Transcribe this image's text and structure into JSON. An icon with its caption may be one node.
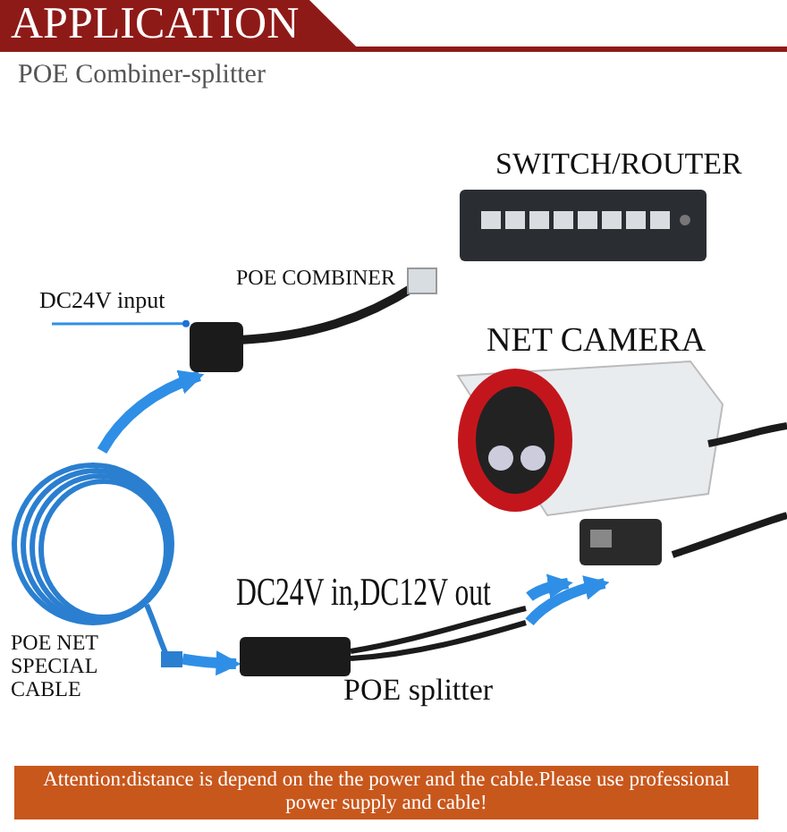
{
  "diagram": {
    "title": "APPLICATION",
    "nodes": [
      {
        "text": [
          "SWITCH/ROUTER"
        ]
      },
      {
        "text": [
          "POE COMBINER"
        ]
      },
      {
        "text": [
          "DC24V input"
        ]
      },
      {
        "text": [
          "NET CAMERA"
        ]
      },
      {
        "text": [
          "POE NET SPECIAL CABLE"
        ]
      },
      {
        "text": [
          "POE splitter"
        ],
        "beside": [
          "DC24V in,DC12V out"
        ]
      }
    ],
    "edges": [
      {
        "from": 2,
        "to": 1,
        "arrow": "other"
      },
      {
        "from": 4,
        "to": 1,
        "arrow": "to"
      },
      {
        "from": 4,
        "to": 5,
        "arrow": "to"
      },
      {
        "from": 5,
        "to": 3,
        "arrow": "to"
      },
      {
        "from": 5,
        "to": 3,
        "arrow": "to"
      }
    ],
    "labels": [
      "POE Combiner-splitter",
      "Attention:distance is depend on the the power and the cable.Please use professional power supply and cable!"
    ]
  }
}
